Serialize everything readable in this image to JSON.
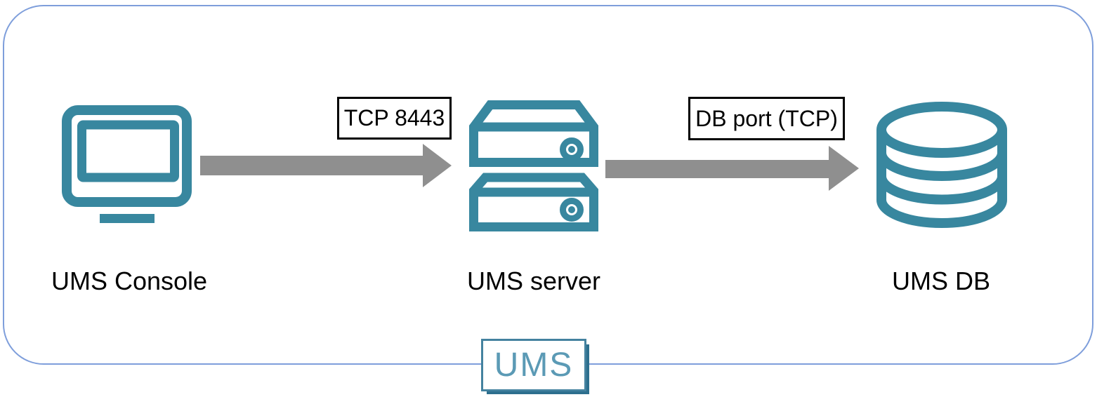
{
  "diagram": {
    "badge": {
      "label": "UMS"
    },
    "nodes": [
      {
        "id": "ums-console",
        "label": "UMS Console",
        "icon": "monitor-icon"
      },
      {
        "id": "ums-server",
        "label": "UMS server",
        "icon": "server-icon"
      },
      {
        "id": "ums-db",
        "label": "UMS DB",
        "icon": "database-icon"
      }
    ],
    "connections": [
      {
        "from": "ums-console",
        "to": "ums-server",
        "label": "TCP 8443"
      },
      {
        "from": "ums-server",
        "to": "ums-db",
        "label": "DB port (TCP)"
      }
    ],
    "colors": {
      "icon_teal": "#38879F",
      "arrow_gray": "#8F8F8F",
      "frame_blue": "#7E9EDB",
      "label_box_border": "#000000",
      "node_label_color": "#000000",
      "badge_border": "#44829F",
      "badge_shadow": "#2D6F8E",
      "badge_text": "#5B9AB5"
    }
  }
}
